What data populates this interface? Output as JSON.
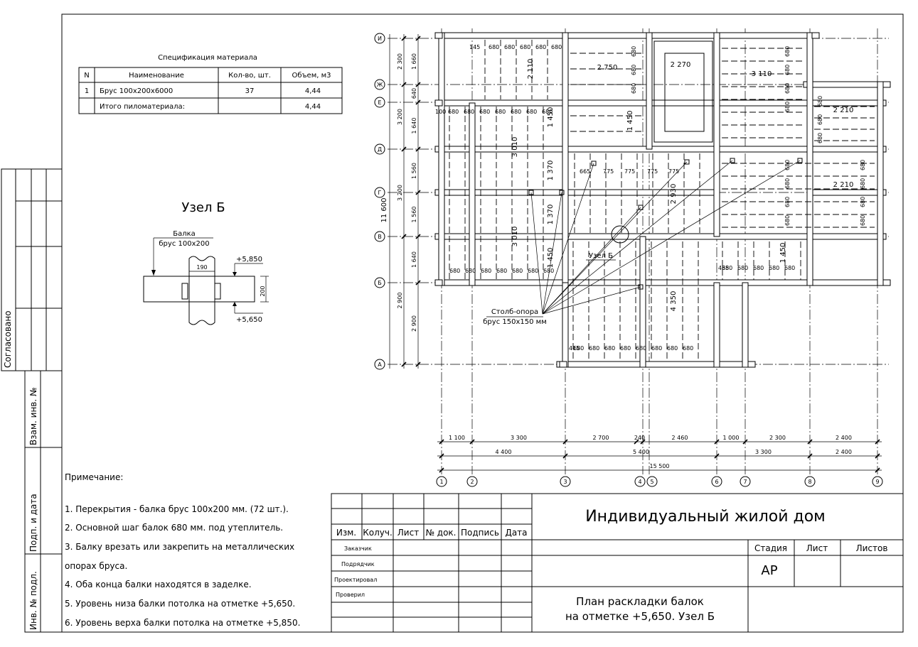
{
  "spec": {
    "title": "Спецификация материала",
    "headers": [
      "N",
      "Наименование",
      "Кол-во, шт.",
      "Объем, м3"
    ],
    "rows": [
      [
        "1",
        "Брус 100х200х6000",
        "37",
        "4,44"
      ],
      [
        "",
        "Итого пиломатериала:",
        "",
        "4,44"
      ]
    ]
  },
  "node": {
    "title": "Узел Б",
    "beam_label": "Балка",
    "beam_material": "брус 100х200",
    "width": "190",
    "height": "200",
    "level_top": "+5,850",
    "level_bottom": "+5,650"
  },
  "side_labels": {
    "approved": "Согласовано",
    "interchange": "Взам. инв. №",
    "sign_date": "Подп. и дата",
    "orig_no": "Инв. № подл."
  },
  "notes": {
    "title": "Примечание:",
    "items": [
      "1. Перекрытия - балка брус 100х200 мм. (72 шт.).",
      "2. Основной шаг балок 680 мм. под утеплитель.",
      "3. Балку врезать или закрепить на металлических",
      "опорах бруса.",
      "4. Оба конца балки находятся в заделке.",
      "5. Уровень низа балки потолка на отметке +5,650.",
      "6. Уровень верха балки потолка на отметке +5,850."
    ]
  },
  "title_block": {
    "cols": [
      "Изм.",
      "Колуч.",
      "Лист",
      "№ док.",
      "Подпись",
      "Дата"
    ],
    "roles": [
      "Заказчик",
      "Подрядчик",
      "Проектировал",
      "Проверил"
    ],
    "project": "Индивидуальный жилой дом",
    "stage_header": "Стадия",
    "sheet_header": "Лист",
    "sheets_header": "Листов",
    "stage": "АР",
    "drawing_title_1": "План раскладки балок",
    "drawing_title_2": "на отметке +5,650. Узел Б"
  },
  "plan": {
    "axes_rows": [
      "И",
      "Ж",
      "Е",
      "Д",
      "Г",
      "В",
      "Б",
      "А"
    ],
    "axes_cols": [
      "1",
      "2",
      "3",
      "4",
      "5",
      "6",
      "7",
      "8",
      "9"
    ],
    "row_dims_outer": [
      "2 300",
      "3 200",
      "3 200",
      "2 900"
    ],
    "row_dims_inner": [
      "1 660",
      "640",
      "1 640",
      "1 560",
      "1 560",
      "1 640",
      "2 900"
    ],
    "total_height": "11 600",
    "bottom_dims_1": [
      "1 100",
      "3 300",
      "2 700",
      "240",
      "2 460",
      "1 000",
      "2 300",
      "2 400"
    ],
    "bottom_dims_2": [
      "4 400",
      "5 400",
      "3 300",
      "2 400"
    ],
    "total_width": "15 500",
    "room_spans": [
      "2 750",
      "2 270",
      "3 110",
      "2 210",
      "2 210",
      "3 010",
      "3 010",
      "2 110",
      "2 930",
      "4 350",
      "1 450",
      "1 450",
      "1 450",
      "1 370",
      "1 370",
      "1 450"
    ],
    "pitch": "680",
    "edge_values": [
      "145",
      "100",
      "415",
      "485",
      "665",
      "775",
      "590",
      "465"
    ],
    "column_label": "Столб-опора",
    "column_material": "брус 150х150 мм",
    "node_ref": "Узел Б"
  }
}
